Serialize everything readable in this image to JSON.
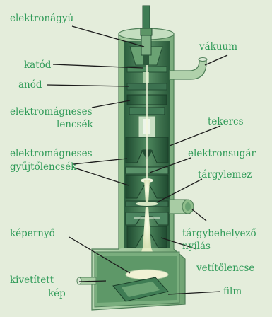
{
  "labels": {
    "gun": "elektronágyú",
    "vacuum": "vákuum",
    "cathode": "katód",
    "anode": "anód",
    "em_lens_1": "elektromágneses",
    "em_lens_2": "lencsék",
    "coil": "tekercs",
    "beam": "elektronsugár",
    "cond_1": "elektromágneses",
    "cond_2": "gyűjtőlencsék",
    "specimen": "tárgylemez",
    "port_1": "tárgybehelyező",
    "port_2": "nyílás",
    "screen": "képernyő",
    "proj": "vetítőlencse",
    "img_1": "kivetített",
    "img_2": "kép",
    "film": "film"
  },
  "colors": {
    "background": "#e4eddb",
    "label": "#2e9a57",
    "column_light": "#a9cca5",
    "column_mid": "#7aae7e",
    "column_dark": "#3f7c54",
    "column_deep": "#234d33",
    "beam": "#f0f2d4"
  }
}
